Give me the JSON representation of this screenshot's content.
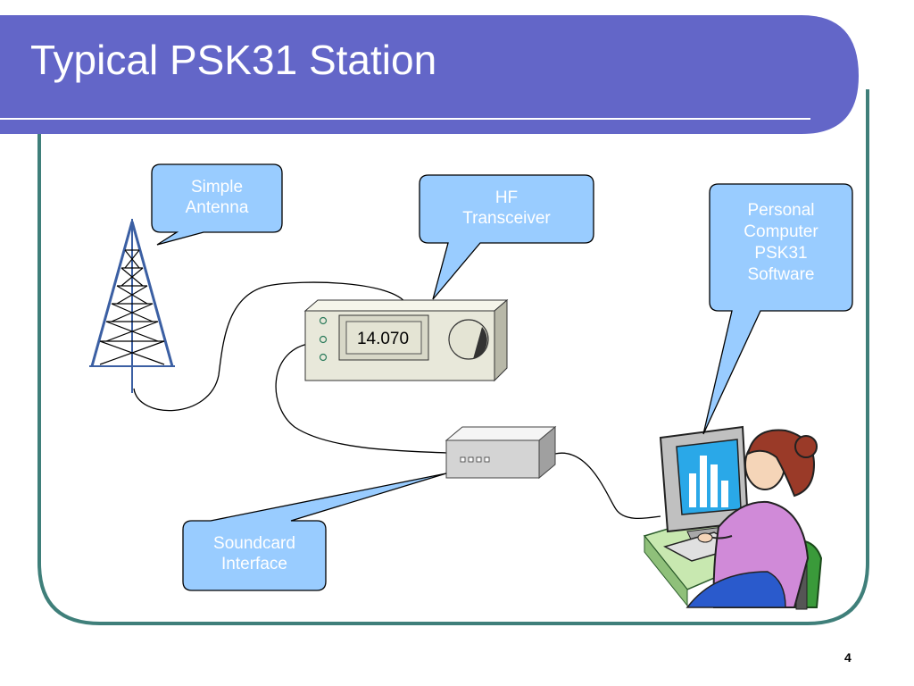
{
  "slide": {
    "title": "Typical PSK31 Station",
    "page_number": "4"
  },
  "colors": {
    "header_fill": "#6366c8",
    "frame_stroke": "#3f7f7a",
    "callout_fill": "#99ccff",
    "device_fill": "#e8e8da",
    "antenna_blue": "#3b5fa3"
  },
  "callouts": {
    "antenna": [
      "Simple",
      "Antenna"
    ],
    "transceiver": [
      "HF",
      "Transceiver"
    ],
    "computer": [
      "Personal",
      "Computer",
      "PSK31",
      "Software"
    ],
    "interface": [
      "Soundcard",
      "Interface"
    ]
  },
  "transceiver": {
    "frequency": "14.070"
  },
  "icons": [
    "antenna-tower-icon",
    "transceiver-icon",
    "soundcard-interface-icon",
    "computer-user-icon"
  ]
}
